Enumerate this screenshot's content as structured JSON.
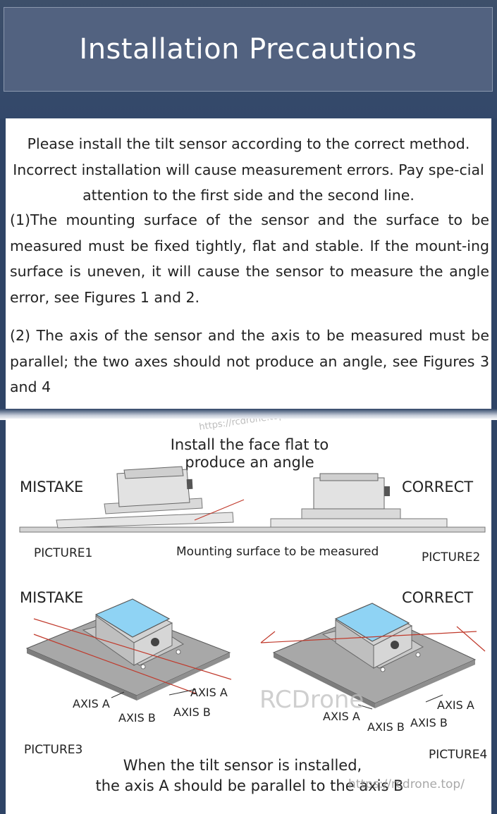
{
  "header": {
    "title": "Installation Precautions"
  },
  "intro": "Please install the tilt sensor according to the correct method. Incorrect installation will cause measurement errors. Pay spe-cial attention to the first side and the second line.",
  "points": [
    "(1)The mounting surface of the sensor and the surface to be measured must be fixed tightly, flat and stable. If the mount-ing surface is uneven, it will cause the sensor to measure the angle error, see Figures 1 and 2.",
    "(2) The axis of the sensor and the axis to be measured must be parallel; the two axes should not produce an angle, see Figures 3 and 4"
  ],
  "watermark": {
    "brand": "RCDrone",
    "url": "https://rcdrone.top/"
  },
  "figures_top": {
    "caption_line1": "Install the face flat to",
    "caption_line2": "produce an angle",
    "left_label": "MISTAKE",
    "right_label": "CORRECT",
    "picture1": "PICTURE1",
    "picture2": "PICTURE2",
    "surface_label": "Mounting surface to be measured"
  },
  "figures_bottom": {
    "left_label": "MISTAKE",
    "right_label": "CORRECT",
    "axis_a": "AXIS A",
    "axis_b": "AXIS B",
    "picture3": "PICTURE3",
    "picture4": "PICTURE4",
    "caption_line1": "When the tilt sensor is installed,",
    "caption_line2": "the axis A should be parallel to the axis B"
  },
  "colors": {
    "header_bg": "#2f4466",
    "title_box": "#526280",
    "sensor_top": "#8fd3f4",
    "plate": "#8c8c8c"
  }
}
